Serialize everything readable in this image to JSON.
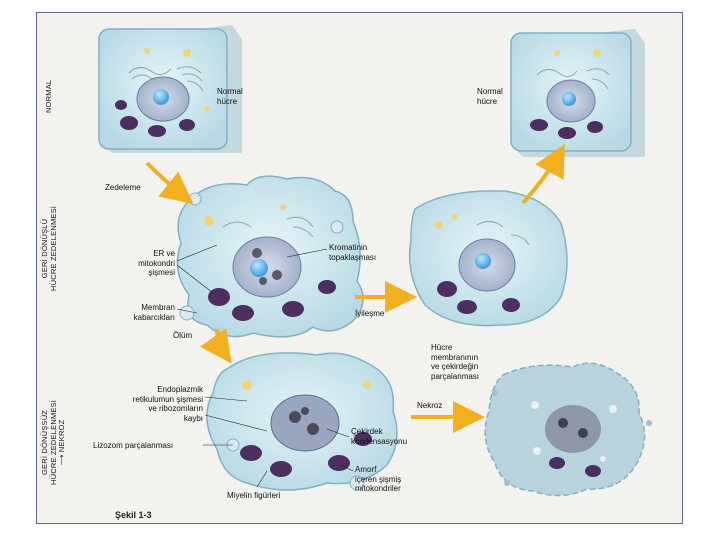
{
  "side_labels": {
    "normal": "NORMAL",
    "reversible_line1": "GERİ DÖNÜŞLÜ",
    "reversible_line2": "HÜCRE ZEDELENMESİ",
    "irreversible_line1": "GERİ DÖNÜŞSÜZ",
    "irreversible_line2": "HÜCRE ZEDELENMESİ",
    "necrosis_arrow": "⟶ NEKROZ"
  },
  "labels": {
    "normal_cell_1": [
      "Normal",
      "hücre"
    ],
    "normal_cell_2": [
      "Normal",
      "hücre"
    ],
    "injury": "Zedeleme",
    "er_swelling": [
      "ER ve",
      "mitokondri",
      "şişmesi"
    ],
    "chromatin": [
      "Kromatinin",
      "topaklaşması"
    ],
    "blebs": [
      "Membran",
      "kabarcıkları"
    ],
    "recovery": "İyileşme",
    "death": "Ölüm",
    "membrane_breakdown": [
      "Hücre",
      "membranının",
      "ve çekirdeğin",
      "parçalanması"
    ],
    "necrosis": "Nekroz",
    "er_ribosome": [
      "Endoplazmik",
      "retikulumun şişmesi",
      "ve ribozomların",
      "kaybı"
    ],
    "lysosome": "Lizozom parçalanması",
    "nuclear_condensation": [
      "Çekirdek",
      "kondensasyonu"
    ],
    "amorphous": [
      "Amorf",
      "içeren şişmiş",
      "mitokondriler"
    ],
    "myelin": "Miyelin figürleri"
  },
  "figure_caption": "Şekil 1-3",
  "colors": {
    "arrow": "#f0b020",
    "cell_body": "#cfe7ef",
    "cell_outline": "#7fb2c3",
    "nucleus": "#b8c4d8",
    "nucleolus": "#5db4e8",
    "mitochondria": "#4c2f60"
  }
}
